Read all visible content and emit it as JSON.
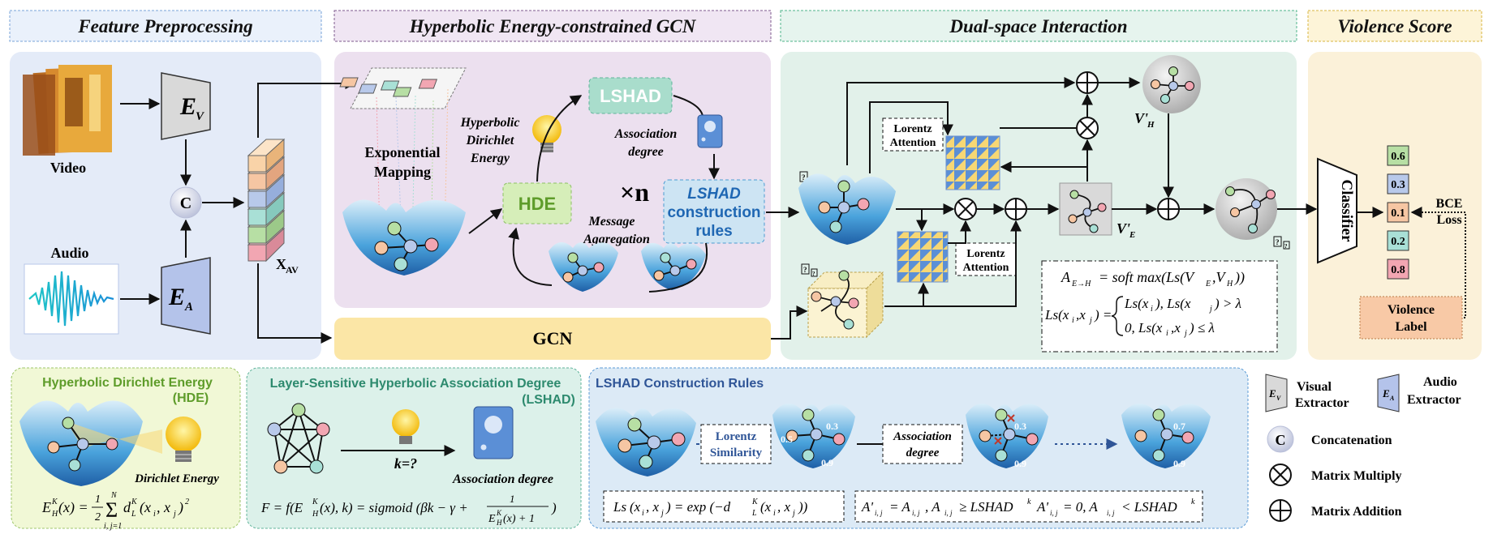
{
  "sections": {
    "feature_preprocessing": "Feature Preprocessing",
    "hegcn": "Hyperbolic Energy-constrained GCN",
    "dual_space": "Dual-space Interaction",
    "violence_score": "Violence Score"
  },
  "preprocess": {
    "video_label": "Video",
    "audio_label": "Audio",
    "ev_main": "E",
    "ev_sub": "V",
    "ea_main": "E",
    "ea_sub": "A",
    "concat": "C",
    "xav_main": "X",
    "xav_sub": "AV"
  },
  "hegcn": {
    "exp_mapping_1": "Exponential",
    "exp_mapping_2": "Mapping",
    "hde_energy_1": "Hyperbolic",
    "hde_energy_2": "Dirichlet",
    "hde_energy_3": "Energy",
    "lshad": "LSHAD",
    "assoc_1": "Association",
    "assoc_2": "degree",
    "hde": "HDE",
    "times_n": "×n",
    "rules_1": "LSHAD",
    "rules_2": "construction",
    "rules_3": "rules",
    "msg_1": "Message",
    "msg_2": "Aggregation",
    "gcn": "GCN"
  },
  "dual": {
    "lorentz_1": "Lorentz",
    "lorentz_2": "Attention",
    "v_h": "V'",
    "v_h_sub": "H",
    "v_e": "V'",
    "v_e_sub": "E",
    "missing_glyph": "?",
    "missing_glyph_sub": "?",
    "formula_a_lhs": "A",
    "formula_a_lhs_sub": "E→H",
    "formula_a_rhs": "= soft max(Ls(V",
    "formula_a_rhs_e": "E",
    "formula_a_mid": ",V",
    "formula_a_rhs_h": "H",
    "formula_a_end": "))",
    "ls_lhs": "Ls(x",
    "ls_sub_i": "i",
    "ls_sep": ",x",
    "ls_sub_j": "j",
    "ls_close": ") =",
    "ls_case1": "Ls(x",
    "ls_case1_rest": "), Ls(x",
    "ls_case1_cond": ") > λ",
    "ls_case2": "0, Ls(x",
    "ls_case2_cond": ") ≤ λ"
  },
  "score": {
    "classifier": "Classifier",
    "values": [
      "0.6",
      "0.3",
      "0.1",
      "0.2",
      "0.8"
    ],
    "value_colors": [
      "#b7dfa4",
      "#b8c9ea",
      "#f6c6a3",
      "#a9e0d6",
      "#f2a6b2"
    ],
    "bce_1": "BCE",
    "bce_2": "Loss",
    "label_1": "Violence",
    "label_2": "Label"
  },
  "hde_box": {
    "title_1": "Hyperbolic Dirichlet Energy",
    "title_2": "(HDE)",
    "caption": "Dirichlet Energy",
    "eq_lhs": "E",
    "eq_lhs_sub": "H",
    "eq_lhs_sup": "K",
    "eq_arg": "(x) =",
    "eq_frac_num": "1",
    "eq_frac_den": "2",
    "eq_sum_top": "N",
    "eq_sum_bot": "i, j=1",
    "eq_d": "d",
    "eq_d_sub": "L",
    "eq_d_sup": "K",
    "eq_tail": "(x",
    "eq_tail_i": "i",
    "eq_tail_mid": ", x",
    "eq_tail_j": "j",
    "eq_tail_end": ")",
    "eq_sq": "2"
  },
  "lshad_box": {
    "title_1": "Layer-Sensitive Hyperbolic Association Degree",
    "title_2": "(LSHAD)",
    "k_label": "k=?",
    "caption": "Association degree",
    "eq_part1": "F = f(E",
    "eq_p1_sub": "H",
    "eq_p1_sup": "K",
    "eq_part2": "(x), k) = sigmoid (βk − γ +",
    "eq_frac_num": "1",
    "eq_frac_den": "E",
    "eq_fd_sub": "H",
    "eq_fd_sup": "K",
    "eq_fd_rest": "(x) + 1",
    "eq_close": ")"
  },
  "rules_box": {
    "title": "LSHAD Construction Rules",
    "lorentz_1": "Lorentz",
    "lorentz_2": "Similarity",
    "assoc_1": "Association",
    "assoc_2": "degree",
    "num_03": "0.3",
    "num_05": "0.5",
    "num_09": "0.9",
    "num_07": "0.7",
    "ls_eq_lhs": "Ls",
    "ls_eq_mid": "(x",
    "ls_eq_i": "i",
    "ls_eq_sep": ", x",
    "ls_eq_j": "j",
    "ls_eq_rhs": ") = exp (−d",
    "ls_eq_dsub": "L",
    "ls_eq_dsup": "K",
    "ls_eq_end": "(x",
    "ls_eq_close": "))",
    "rule_text": "A'",
    "rule_ij": "i, j",
    "rule_1": "= A",
    "rule_2": ", A",
    "rule_3": "≥ LSHAD",
    "rule_k": "k",
    "rule_4": "A'",
    "rule_5": "= 0, A",
    "rule_6": "< LSHAD"
  },
  "legend": {
    "visual_1": "Visual",
    "visual_2": "Extractor",
    "audio_1": "Audio",
    "audio_2": "Extractor",
    "ev_sub": "V",
    "ea_sub": "A",
    "concat_symbol": "C",
    "concat": "Concatenation",
    "multiply": "Matrix Multiply",
    "addition": "Matrix Addition"
  },
  "colors": {
    "fp_bg": "#e4ebf8",
    "hegcn_bg": "#ece0ef",
    "dual_bg": "#e2f1ea",
    "score_bg": "#fbf1d9",
    "hde_bg": "#f1f8d6",
    "lshad_bg": "#dcf1ea",
    "rules_bg": "#dceaf6",
    "gcn_bar": "#fbe6a6"
  }
}
